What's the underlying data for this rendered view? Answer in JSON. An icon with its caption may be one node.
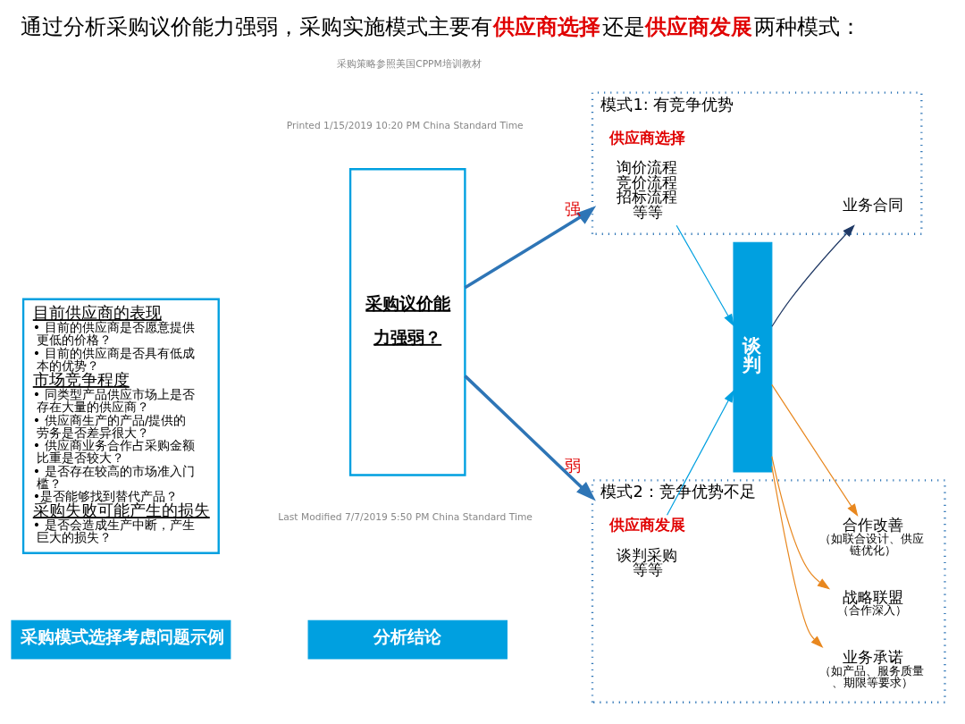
{
  "diagram": {
    "title": "通过分析采购议价能力强弱，采购实施模式主要有**供应商选择**还是**供应商发展**两种模式：",
    "nodes": [
      {
        "text": [
          "采购模式选择考虑问题示例"
        ]
      },
      {
        "text": [
          "目前供应商的表现",
          "• 目前的供应商是否愿意提供更低的价格？",
          "• 目前的供应商是否具有低成本的优势？",
          "市场竞争程度",
          "• 同类型产品供应市场上是否存在大量的供应商？",
          "• 供应商生产的产品/提供的劳务是否差异很大？",
          "• 供应商业务合作占采购金额比重是否较大？",
          "• 是否存在较高的市场准入门槛？",
          "•是否能够找到替代产品？",
          "采购失败可能产生的损失",
          "• 是否会造成生产中断，产生巨大的损失？"
        ]
      },
      {
        "text": [
          "分析结论"
        ]
      },
      {
        "text": [
          "采购议价能力强弱？"
        ]
      },
      {
        "text": [
          "模式1: 有竞争优势"
        ]
      },
      {
        "text": [
          "模式2：竞争优势不足"
        ]
      },
      {
        "text": [
          "谈判"
        ]
      },
      {
        "text": [
          "供应商选择",
          "询价流程",
          "竞价流程",
          "招标流程",
          "等等"
        ],
        "in": 4
      },
      {
        "text": [
          "供应商发展",
          "谈判采购",
          "等等"
        ],
        "in": 5
      },
      {
        "text": [
          "业务合同"
        ],
        "in": 4
      },
      {
        "text": [
          "业务承诺",
          "（如产品、服务质量、期限等要求）"
        ],
        "in": 5
      },
      {
        "text": [
          "合作改善",
          "（如联合设计、供应链优化）"
        ],
        "in": 5
      },
      {
        "text": [
          "战略联盟",
          "（合作深入）"
        ],
        "in": 5
      }
    ],
    "edges": [
      {
        "from": 3,
        "to": 4,
        "arrow": "to",
        "label": "强",
        "style": "thick",
        "color": "#2e75b6"
      },
      {
        "from": 3,
        "to": 5,
        "arrow": "to",
        "label": "弱",
        "style": "thick",
        "color": "#2e75b6"
      },
      {
        "from": 7,
        "to": 6,
        "arrow": "to",
        "color": "#00a0e0"
      },
      {
        "from": 8,
        "to": 6,
        "arrow": "to",
        "color": "#00a0e0"
      },
      {
        "from": 6,
        "to": 9,
        "arrow": "to",
        "color": "#1f3864"
      },
      {
        "from": 6,
        "to": 10,
        "arrow": "to",
        "color": "#e8871e"
      },
      {
        "from": 6,
        "to": 11,
        "arrow": "to",
        "color": "#e8871e"
      },
      {
        "from": 6,
        "to": 12,
        "arrow": "to",
        "color": "#e8871e"
      }
    ],
    "labels": [
      "Last Modified 7/7/2019 5:50 PM China Standard Time",
      "Printed 1/15/2019 10:20 PM China Standard Time",
      "采购策略参照美国CPPM培训教材"
    ]
  }
}
